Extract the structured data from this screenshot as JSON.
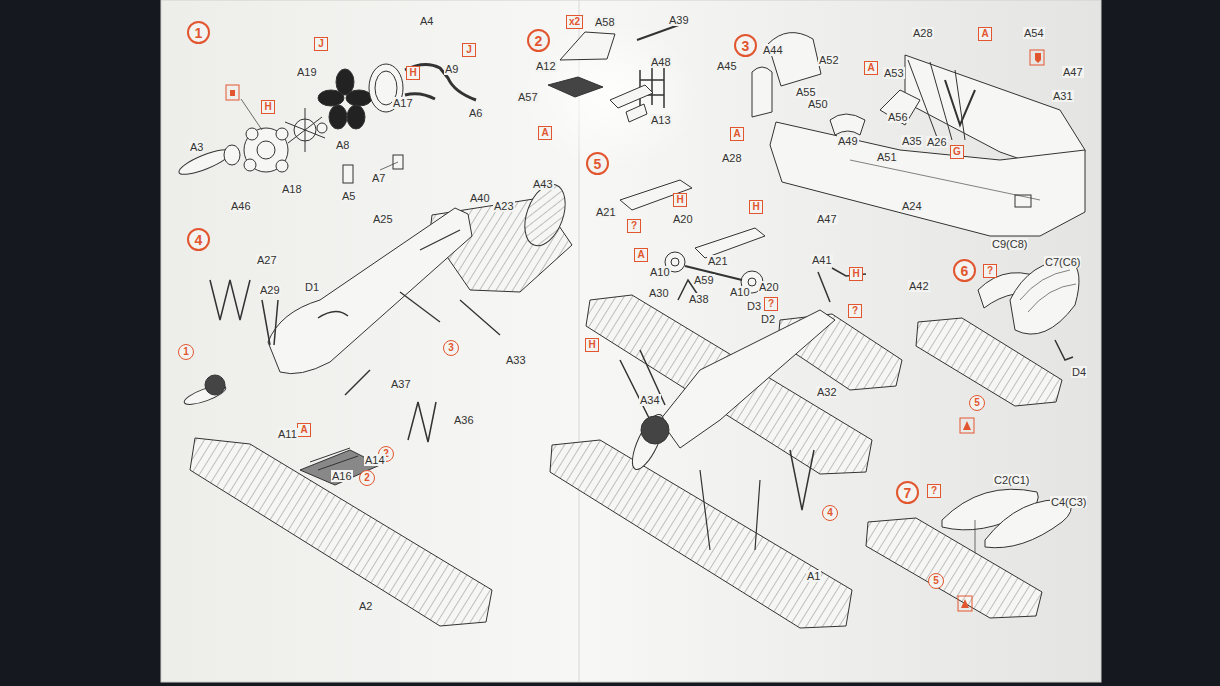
{
  "diagram": {
    "nodes": [
      {
        "text": [
          "1"
        ]
      },
      {
        "text": [
          "J"
        ]
      },
      {
        "text": [
          "J"
        ]
      },
      {
        "text": [
          "H"
        ]
      },
      {
        "text": [
          "H"
        ]
      },
      {
        "text": [
          "2"
        ]
      },
      {
        "text": [
          "x2"
        ]
      },
      {
        "text": [
          "A"
        ]
      },
      {
        "text": [
          "3"
        ]
      },
      {
        "text": [
          "A"
        ]
      },
      {
        "text": [
          "A"
        ]
      },
      {
        "text": [
          "A"
        ]
      },
      {
        "text": [
          "G"
        ]
      },
      {
        "text": [
          "4"
        ]
      },
      {
        "text": [
          "1"
        ]
      },
      {
        "text": [
          "3"
        ]
      },
      {
        "text": [
          "A"
        ]
      },
      {
        "text": [
          "2"
        ]
      },
      {
        "text": [
          "2"
        ]
      },
      {
        "text": [
          "5"
        ]
      },
      {
        "text": [
          "H"
        ]
      },
      {
        "text": [
          "?"
        ]
      },
      {
        "text": [
          "H"
        ]
      },
      {
        "text": [
          "A"
        ]
      },
      {
        "text": [
          "?"
        ]
      },
      {
        "text": [
          "H"
        ]
      },
      {
        "text": [
          "?"
        ]
      },
      {
        "text": [
          "H"
        ]
      },
      {
        "text": [
          "4"
        ]
      },
      {
        "text": [
          "6"
        ]
      },
      {
        "text": [
          "?"
        ]
      },
      {
        "text": [
          "5"
        ]
      },
      {
        "text": [
          "7"
        ]
      },
      {
        "text": [
          "?"
        ]
      },
      {
        "text": [
          "5"
        ]
      }
    ],
    "labels": [
      "A4",
      "A19",
      "A9",
      "A6",
      "A17",
      "A8",
      "A3",
      "A18",
      "A5",
      "A7",
      "A46",
      "A58",
      "A39",
      "A12",
      "A48",
      "A57",
      "A13",
      "A44",
      "A28",
      "A54",
      "A45",
      "A52",
      "A53",
      "A47",
      "A31",
      "A55",
      "A50",
      "A56",
      "A49",
      "A35",
      "A26",
      "A51",
      "A28",
      "A47",
      "A24",
      "A21",
      "A20",
      "A21",
      "A10",
      "A59",
      "A30",
      "A10",
      "A20",
      "A38",
      "D3",
      "D2",
      "A41",
      "A42",
      "A32",
      "A34",
      "A1",
      "A25",
      "A40",
      "A23",
      "A43",
      "A27",
      "A29",
      "D1",
      "A33",
      "A37",
      "A36",
      "A11",
      "A14",
      "A16",
      "A2",
      "C9(C8)",
      "C7(C6)",
      "D4",
      "C2(C1)",
      "C4(C3)"
    ]
  }
}
